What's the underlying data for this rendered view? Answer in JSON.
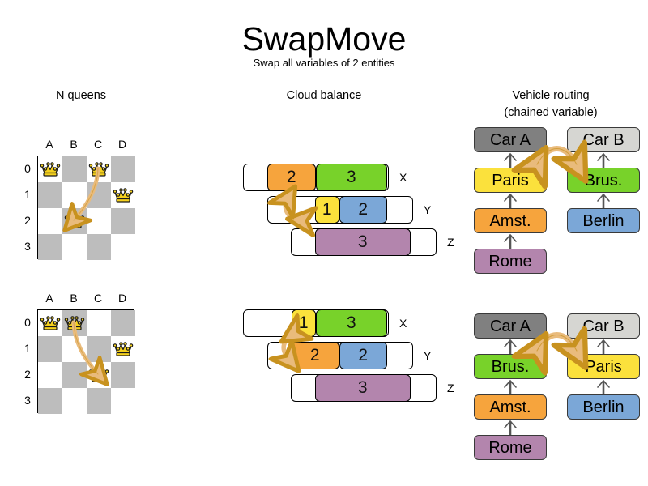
{
  "header": {
    "title": "SwapMove",
    "subtitle": "Swap all variables of 2 entities"
  },
  "sections": {
    "nqueens": {
      "title": "N queens"
    },
    "cloud": {
      "title": "Cloud balance"
    },
    "vrp": {
      "title_line1": "Vehicle routing",
      "title_line2": "(chained variable)"
    }
  },
  "colors": {
    "orange": "#f6a43d",
    "green": "#78d22a",
    "blue": "#7ba7d7",
    "purple": "#b385ad",
    "yellow": "#fbe13c",
    "gray_dark": "#808080",
    "gray_light": "#d6d6d2",
    "board_dark": "#bdbdbd",
    "board_light": "#ffffff",
    "arrow_fill": "#e9bb7c",
    "arrow_stroke": "#c8921f",
    "queen_gold": "#f5d11e"
  },
  "nqueens": {
    "files": [
      "A",
      "B",
      "C",
      "D"
    ],
    "ranks": [
      "0",
      "1",
      "2",
      "3"
    ],
    "before": {
      "queens": [
        {
          "file": "A",
          "rank": "0"
        },
        {
          "file": "C",
          "rank": "0"
        },
        {
          "file": "D",
          "rank": "1"
        },
        {
          "file": "B",
          "rank": "2"
        }
      ],
      "swap": {
        "from": "C0",
        "to": "B2"
      }
    },
    "after": {
      "queens": [
        {
          "file": "A",
          "rank": "0"
        },
        {
          "file": "B",
          "rank": "0"
        },
        {
          "file": "D",
          "rank": "1"
        },
        {
          "file": "C",
          "rank": "2"
        }
      ],
      "swap": {
        "from": "B0",
        "to": "C2"
      }
    }
  },
  "cloud_balance": {
    "before": {
      "rows": [
        {
          "label": "X",
          "segments": [
            {
              "value": "2",
              "color": "#f6a43d",
              "width": 60
            },
            {
              "value": "3",
              "color": "#78d22a",
              "width": 88
            }
          ],
          "offset": 0,
          "gap": 30
        },
        {
          "label": "Y",
          "segments": [
            {
              "value": "1",
              "color": "#fbe13c",
              "width": 30
            },
            {
              "value": "2",
              "color": "#7ba7d7",
              "width": 59
            }
          ],
          "offset": 30,
          "gap": 59
        },
        {
          "label": "Z",
          "segments": [
            {
              "value": "3",
              "color": "#b385ad",
              "width": 118
            }
          ],
          "offset": 59,
          "gap": 30
        }
      ],
      "swap": {
        "from": "Y.1",
        "to": "X.2"
      }
    },
    "after": {
      "rows": [
        {
          "label": "X",
          "segments": [
            {
              "value": "1",
              "color": "#fbe13c",
              "width": 30
            },
            {
              "value": "3",
              "color": "#78d22a",
              "width": 88
            }
          ],
          "offset": 0,
          "gap": 60
        },
        {
          "label": "Y",
          "segments": [
            {
              "value": "2",
              "color": "#f6a43d",
              "width": 60
            },
            {
              "value": "2",
              "color": "#7ba7d7",
              "width": 59
            }
          ],
          "offset": 30,
          "gap": 29
        },
        {
          "label": "Z",
          "segments": [
            {
              "value": "3",
              "color": "#b385ad",
              "width": 118
            }
          ],
          "offset": 59,
          "gap": 30
        }
      ],
      "swap": {
        "from": "X.1",
        "to": "Y.2"
      }
    }
  },
  "vehicle_routing": {
    "before": {
      "chains": [
        {
          "vehicle": {
            "label": "Car A",
            "color": "#808080"
          },
          "stops": [
            {
              "label": "Paris",
              "color": "#fbe13c"
            },
            {
              "label": "Amst.",
              "color": "#f6a43d"
            },
            {
              "label": "Rome",
              "color": "#b385ad"
            }
          ]
        },
        {
          "vehicle": {
            "label": "Car B",
            "color": "#d6d6d2"
          },
          "stops": [
            {
              "label": "Brus.",
              "color": "#78d22a"
            },
            {
              "label": "Berlin",
              "color": "#7ba7d7"
            }
          ]
        }
      ],
      "swap": {
        "from": "Paris",
        "to": "Brus."
      }
    },
    "after": {
      "chains": [
        {
          "vehicle": {
            "label": "Car A",
            "color": "#808080"
          },
          "stops": [
            {
              "label": "Brus.",
              "color": "#78d22a"
            },
            {
              "label": "Amst.",
              "color": "#f6a43d"
            },
            {
              "label": "Rome",
              "color": "#b385ad"
            }
          ]
        },
        {
          "vehicle": {
            "label": "Car B",
            "color": "#d6d6d2"
          },
          "stops": [
            {
              "label": "Paris",
              "color": "#fbe13c"
            },
            {
              "label": "Berlin",
              "color": "#7ba7d7"
            }
          ]
        }
      ],
      "swap": {
        "from": "Brus.",
        "to": "Paris"
      }
    }
  }
}
